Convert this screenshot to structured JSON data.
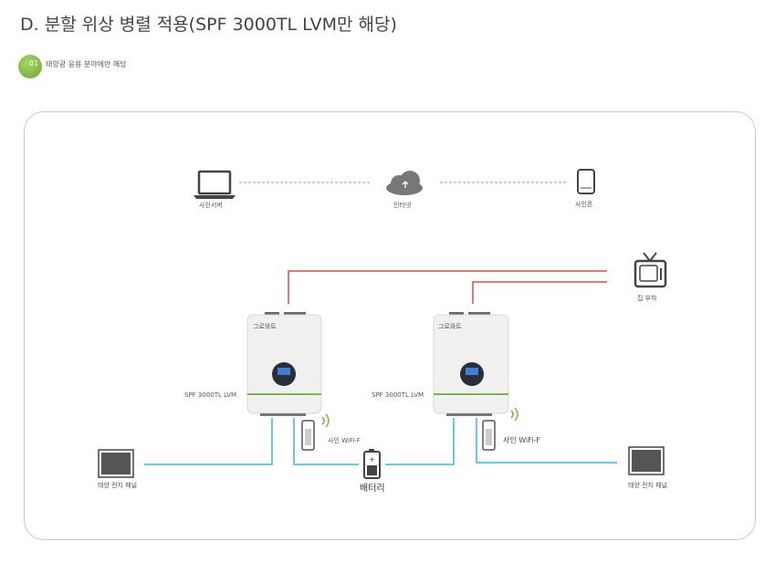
{
  "title": "D. 분할 위상 병렬 적용(SPF 3000TL LVM만 해당)",
  "badge": {
    "number": "01",
    "text": "태양광 응용 분야에만 해당"
  },
  "nodes": {
    "server": "사인서버",
    "internet": "인터넷",
    "phone": "사인폰",
    "home_load": "집 부하",
    "battery": "배터리",
    "solar_left": "태양 전지 패널",
    "solar_right": "태양 전지 패널"
  },
  "inverters": [
    {
      "brand": "그로와트",
      "model": "SPF 3000TL LVM",
      "wifi": "사인 WiFi-F"
    },
    {
      "brand": "그로와트",
      "model": "SPF 3000TL LVM",
      "wifi": "사인 WiFi-F"
    }
  ],
  "colors": {
    "ac_line": "#d94a4a",
    "dc_line": "#36b8e0",
    "dash_line": "#999999",
    "accent_green": "#7ab648",
    "inverter_body": "#f0f0ee"
  }
}
